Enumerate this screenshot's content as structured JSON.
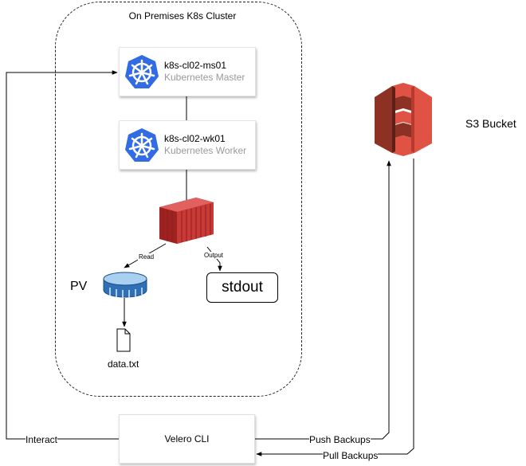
{
  "cluster": {
    "title": "On Premises K8s Cluster"
  },
  "master": {
    "name": "k8s-cl02-ms01",
    "role": "Kubernetes Master"
  },
  "worker": {
    "name": "k8s-cl02-wk01",
    "role": "Kubernetes Worker"
  },
  "edges": {
    "read": "Read",
    "output": "Output",
    "interact": "Interact",
    "push": "Push Backups",
    "pull": "Pull Backups"
  },
  "pv": {
    "label": "PV"
  },
  "file": {
    "label": "data.txt"
  },
  "stdout": {
    "label": "stdout"
  },
  "velero": {
    "label": "Velero CLI"
  },
  "s3": {
    "label": "S3 Bucket"
  },
  "colors": {
    "kubernetes": "#326ce5",
    "container": "#c0312f",
    "s3": "#e05243",
    "pv": "#5a9bd5"
  }
}
